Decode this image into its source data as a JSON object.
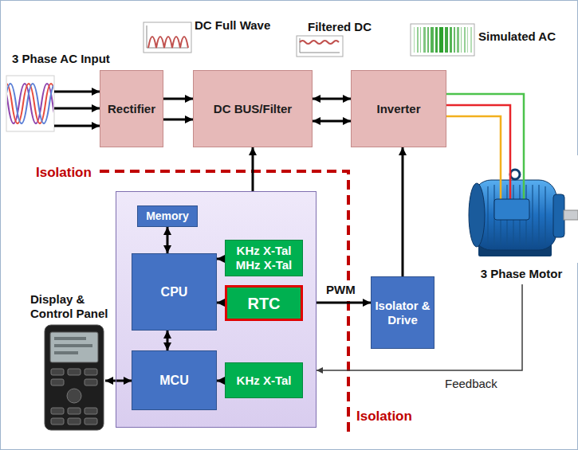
{
  "diagram": {
    "nodes": [
      {
        "text": [
          "3 Phase AC Input"
        ]
      },
      {
        "text": [
          "Rectifier"
        ]
      },
      {
        "text": [
          "DC BUS/Filter"
        ]
      },
      {
        "text": [
          "Inverter"
        ]
      },
      {
        "text": [
          "3 Phase Motor"
        ]
      },
      {
        "text": []
      },
      {
        "text": [
          "Memory"
        ],
        "in": 5
      },
      {
        "text": [
          "CPU"
        ],
        "in": 5
      },
      {
        "text": [
          "KHz X-Tal MHz X-Tal"
        ],
        "in": 5
      },
      {
        "text": [
          "RTC"
        ],
        "in": 5
      },
      {
        "text": [
          "MCU"
        ],
        "in": 5
      },
      {
        "text": [
          "KHz X-Tal"
        ],
        "in": 5
      },
      {
        "text": [
          "Isolator & Drive"
        ]
      },
      {
        "text": [
          "Display & Control Panel"
        ]
      }
    ],
    "edges": [
      {
        "from": 0,
        "to": 1,
        "arrow": "to"
      },
      {
        "from": 0,
        "to": 1,
        "arrow": "to"
      },
      {
        "from": 0,
        "to": 1,
        "arrow": "to"
      },
      {
        "from": 1,
        "to": 2,
        "arrow": "to"
      },
      {
        "from": 1,
        "to": 2,
        "arrow": "to"
      },
      {
        "from": 2,
        "to": 3,
        "arrow": "both"
      },
      {
        "from": 2,
        "to": 3,
        "arrow": "both"
      },
      {
        "from": 3,
        "to": 4,
        "arrow": "none"
      },
      {
        "from": 3,
        "to": 4,
        "arrow": "none"
      },
      {
        "from": 3,
        "to": 4,
        "arrow": "none"
      },
      {
        "from": 5,
        "to": 2,
        "arrow": "to"
      },
      {
        "from": 5,
        "to": 12,
        "label": "PWM",
        "arrow": "to"
      },
      {
        "from": 12,
        "to": 3,
        "arrow": "to"
      },
      {
        "from": 4,
        "to": 5,
        "label": "Feedback",
        "arrow": "to"
      },
      {
        "from": 6,
        "to": 7,
        "arrow": "both"
      },
      {
        "from": 7,
        "to": 10,
        "arrow": "both"
      },
      {
        "from": 8,
        "to": 7,
        "arrow": "to"
      },
      {
        "from": 9,
        "to": 7,
        "arrow": "to"
      },
      {
        "from": 11,
        "to": 10,
        "arrow": "to"
      },
      {
        "from": 13,
        "to": 10,
        "arrow": "both"
      }
    ],
    "labels": [
      "DC Full Wave",
      "Filtered DC",
      "Simulated AC",
      "Isolation",
      "Isolation"
    ]
  }
}
